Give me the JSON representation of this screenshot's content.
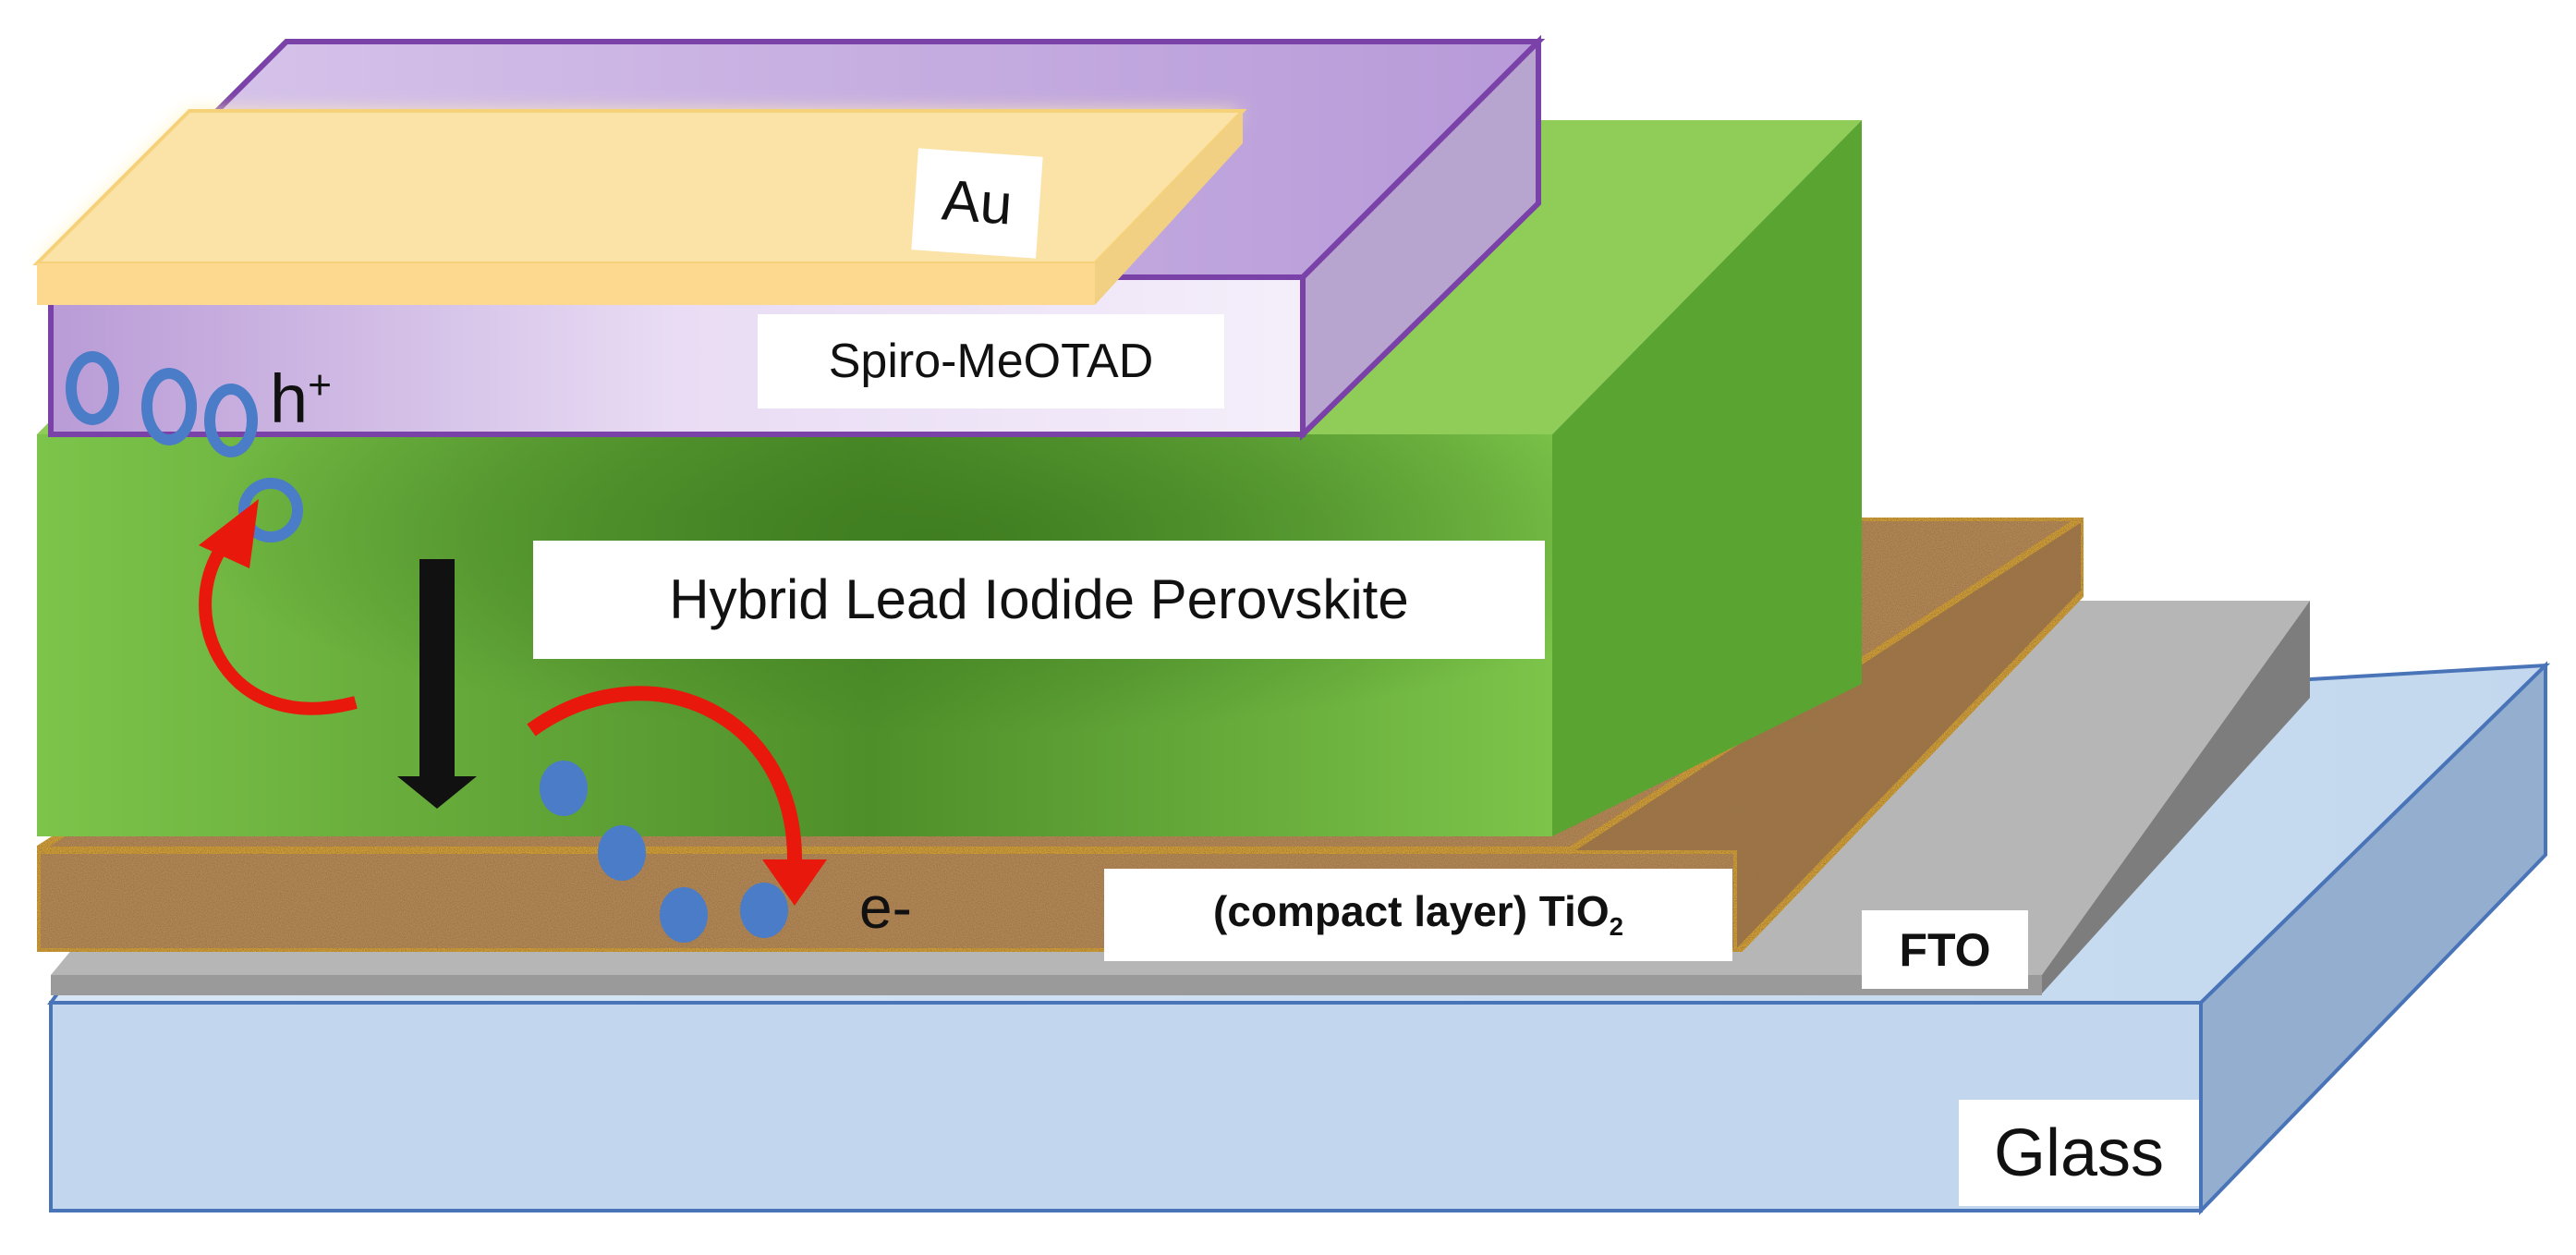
{
  "layers": {
    "au": "Au",
    "spiro": "Spiro-MeOTAD",
    "perovskite": "Hybrid Lead Iodide Perovskite",
    "tio2_text": "(compact layer) TiO",
    "tio2_sub": "2",
    "fto": "FTO",
    "glass": "Glass"
  },
  "carriers": {
    "hole_text": "h",
    "hole_sup": "+",
    "electron": "e-"
  },
  "colors": {
    "glass": "#c5daf0",
    "glass_edge": "#4a74b8",
    "fto": "#a9a9a9",
    "tio2": "#b8875a",
    "tio2_edge": "#d7a12c",
    "perovskite": "#6fb83f",
    "spiro": "#c9b6e2",
    "spiro_edge": "#7a42a8",
    "au": "#fbe3a8",
    "carrier": "#4a7cc8",
    "arrow_red": "#e8190c"
  }
}
